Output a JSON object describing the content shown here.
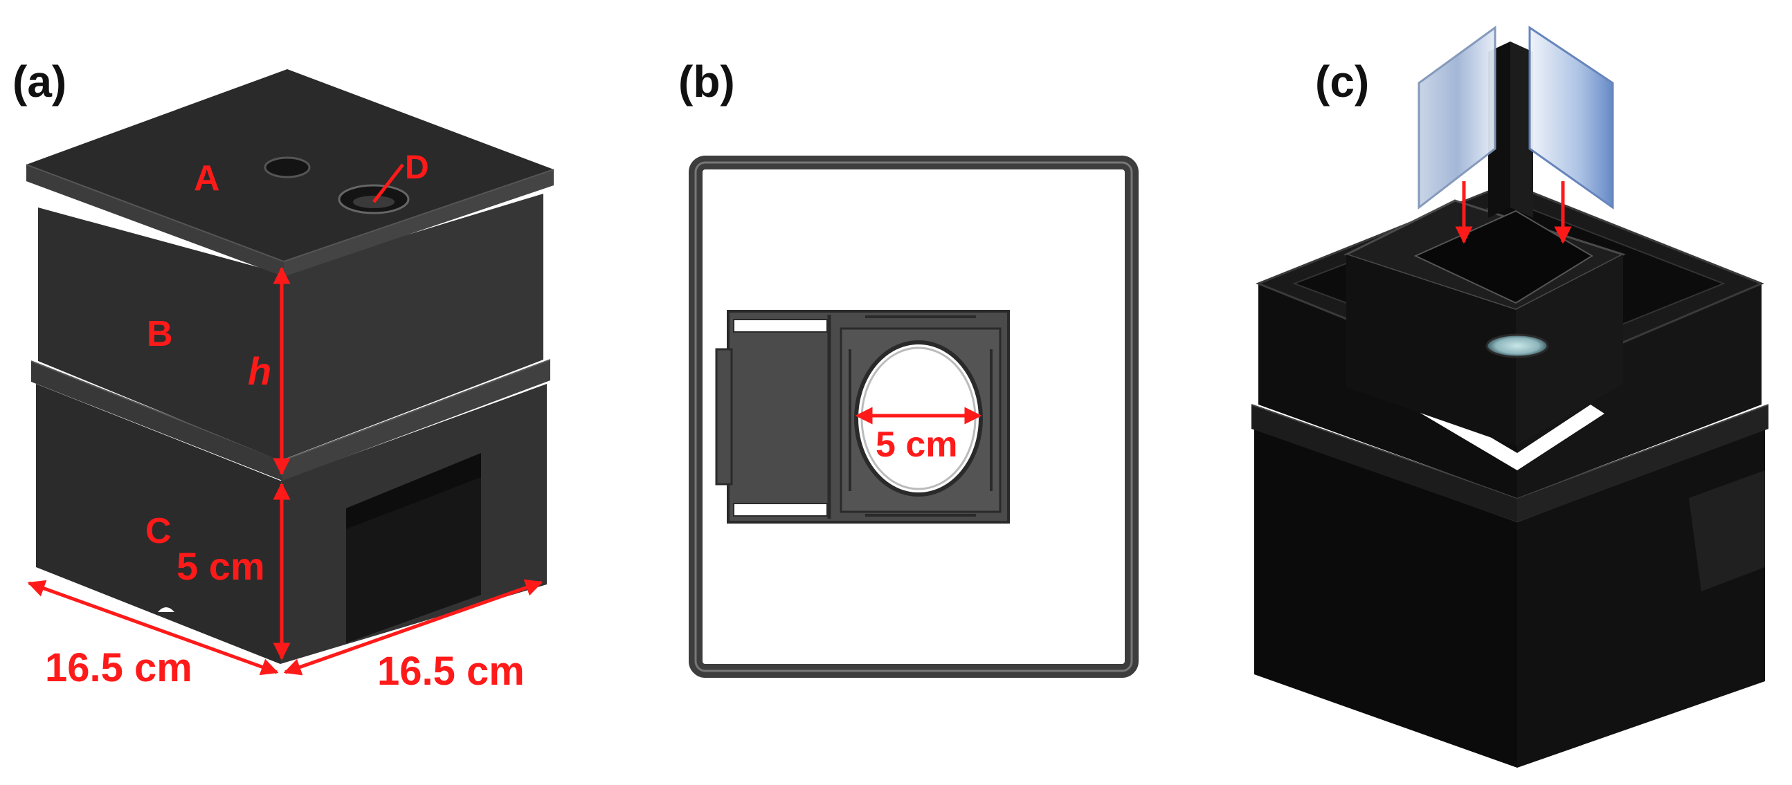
{
  "panels": {
    "a": {
      "label": "(a)",
      "part_labels": {
        "top": "A",
        "middle": "B",
        "bottom": "C",
        "hole": "D"
      },
      "height_label": "h",
      "leg_height": "5 cm",
      "width_left": "16.5 cm",
      "width_right": "16.5 cm"
    },
    "b": {
      "label": "(b)",
      "diameter": "5 cm"
    },
    "c": {
      "label": "(c)"
    }
  },
  "colors": {
    "body_dark": "#2a2a2a",
    "body_black": "#0a0a0a",
    "annotation_red": "#ff1a1a",
    "glass_blue": "#9fb4d6"
  }
}
